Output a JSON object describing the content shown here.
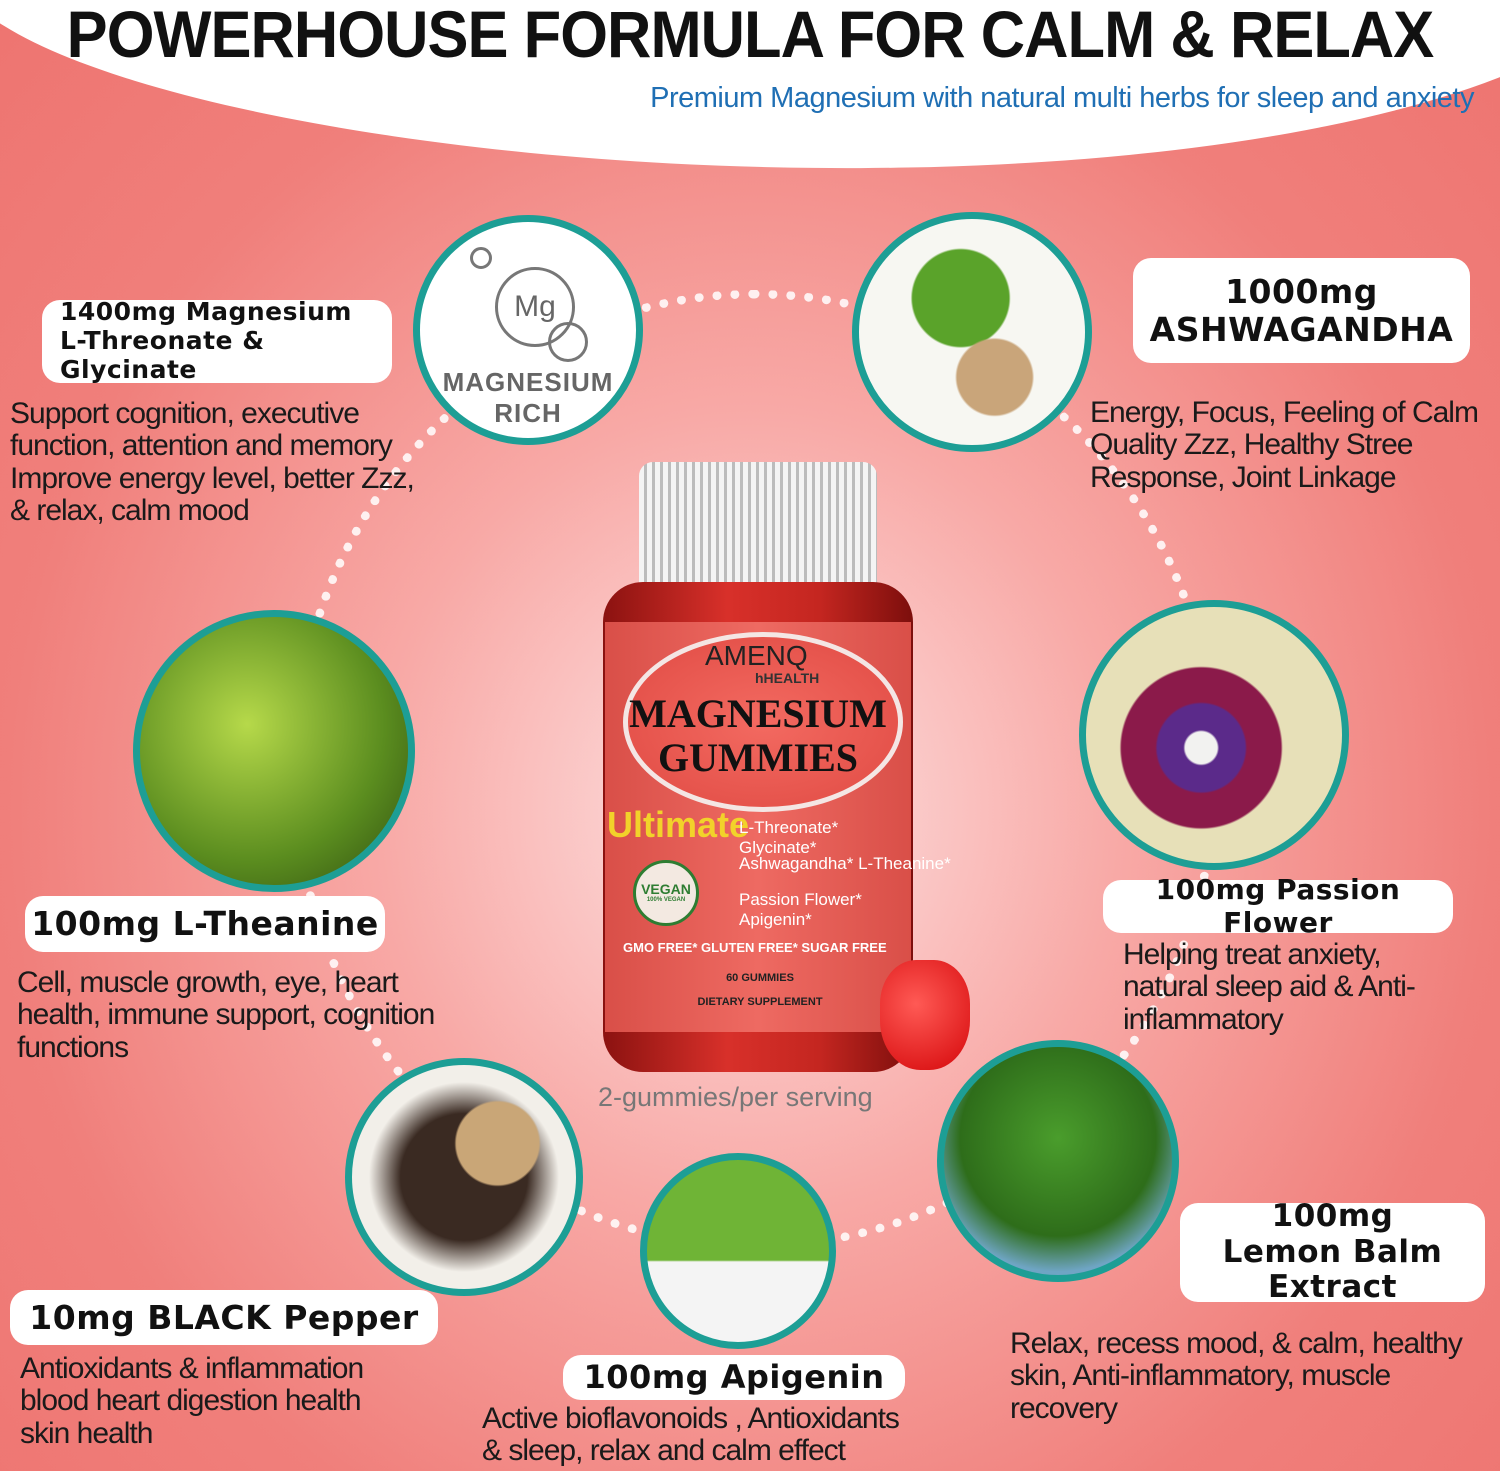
{
  "header": {
    "title": "POWERHOUSE FORMULA FOR CALM & RELAX",
    "subtitle": "Premium Magnesium with natural multi herbs for sleep and anxiety"
  },
  "colors": {
    "accent_ring": "#1d9e95",
    "subtitle": "#1f6fb4",
    "background": "#f07f7b"
  },
  "magnesium_badge": {
    "symbol": "Mg",
    "line1": "MAGNESIUM",
    "line2": "RICH"
  },
  "ingredients": [
    {
      "title_line1": "1400mg Magnesium",
      "title_line2": "L-Threonate & Glycinate",
      "desc": [
        "Support cognition, executive",
        "function, attention and memory",
        "Improve energy level, better Zzz,",
        "& relax, calm mood"
      ]
    },
    {
      "title_line1": "1000mg",
      "title_line2": "ASHWAGANDHA",
      "desc": [
        "Energy, Focus, Feeling of Calm",
        "Quality Zzz, Healthy Stree",
        "Response, Joint Linkage"
      ],
      "image": "ashwagandha-root"
    },
    {
      "title_line1": "100mg L-Theanine",
      "desc": [
        "Cell, muscle growth, eye, heart",
        "health, immune support, cognition",
        "functions"
      ],
      "image": "tea-leaves"
    },
    {
      "title_line1": "100mg Passion Flower",
      "desc": [
        "Helping treat anxiety,",
        "natural sleep aid & Anti-",
        "inflammatory"
      ],
      "image": "passion-flower"
    },
    {
      "title_line1": "10mg BLACK Pepper",
      "desc": [
        "Antioxidants & inflammation",
        "blood heart digestion health",
        "skin health"
      ],
      "image": "black-peppercorns"
    },
    {
      "title_line1": "100mg Apigenin",
      "desc": [
        "Active bioflavonoids , Antioxidants",
        "&  sleep, relax and calm effect"
      ],
      "image": "celery"
    },
    {
      "title_line1": "100mg",
      "title_line2": "Lemon Balm Extract",
      "desc": [
        "Relax, recess mood, & calm, healthy",
        "skin, Anti-inflammatory, muscle",
        "recovery"
      ],
      "image": "lemon-balm"
    }
  ],
  "bottle": {
    "brand": "AMENQ",
    "brand_sub": "hHEALTH",
    "name1": "MAGNESIUM",
    "name2": "GUMMIES",
    "ultimate": "Ultimate",
    "ing1": "L-Threonate*  Glycinate*",
    "ing2": "Ashwagandha* L-Theanine*",
    "ing3": "Passion Flower* Apigenin*",
    "vegan": "VEGAN",
    "vegan_sub": "100% VEGAN",
    "free": "GMO FREE*  GLUTEN FREE*  SUGAR FREE",
    "count": "60 GUMMIES",
    "type": "DIETARY SUPPLEMENT"
  },
  "serving": "2-gummies/per serving"
}
